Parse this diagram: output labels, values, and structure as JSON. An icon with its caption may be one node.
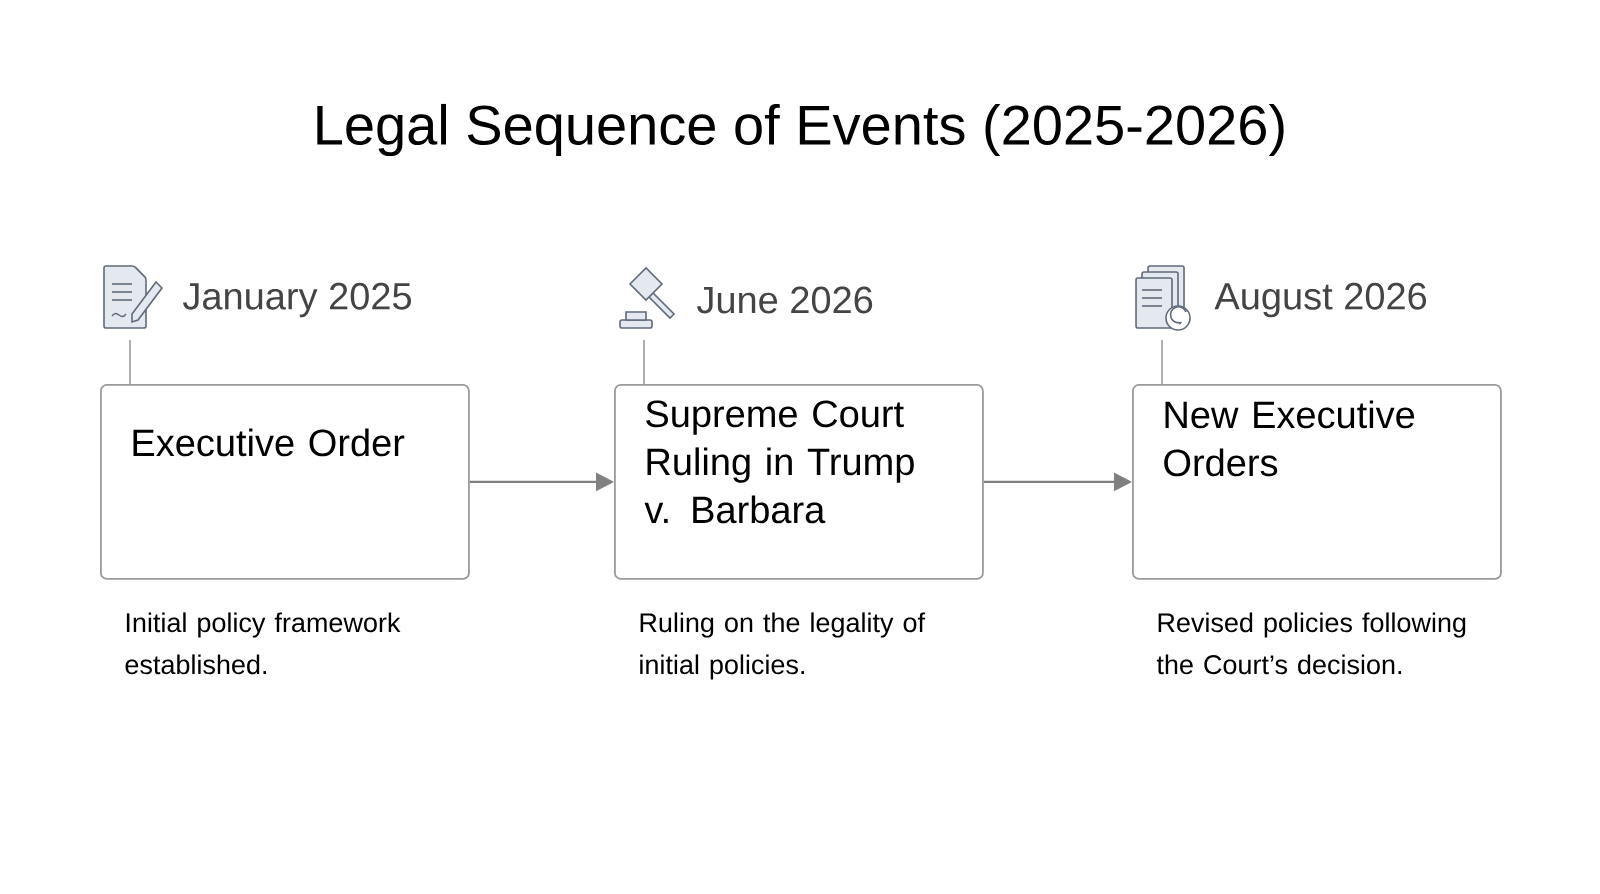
{
  "diagram": {
    "title": "Legal Sequence of Events (2025-2026)",
    "nodes": [
      {
        "text": [
          "January 2025",
          "Executive Order"
        ],
        "beside": [
          "Initial policy framework established."
        ]
      },
      {
        "text": [
          "June 2026",
          "Supreme Court Ruling in Trump v. Barbara"
        ],
        "beside": [
          "Ruling on the legality of initial policies."
        ]
      },
      {
        "text": [
          "August 2026",
          "New Executive Orders"
        ],
        "beside": [
          "Revised policies following the Court’s decision."
        ]
      }
    ],
    "edges": [
      {
        "from": 0,
        "to": 1,
        "arrow": "to"
      },
      {
        "from": 1,
        "to": 2,
        "arrow": "to"
      }
    ]
  }
}
